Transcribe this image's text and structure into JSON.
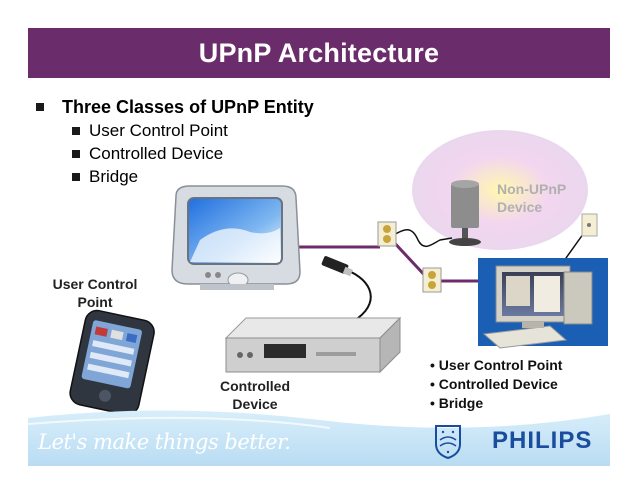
{
  "slide": {
    "title": "UPnP Architecture",
    "main_bullet": "Three Classes of UPnP Entity",
    "sub_bullets": [
      "User Control Point",
      "Controlled Device",
      "Bridge"
    ],
    "labels": {
      "user_control_point": [
        "User Control",
        "Point"
      ],
      "controlled_device": [
        "Controlled",
        "Device"
      ],
      "non_upnp_device": [
        "Non-UPnP",
        "Device"
      ]
    },
    "pc_roles": [
      "• User Control Point",
      "• Controlled Device",
      "• Bridge"
    ],
    "footer": {
      "tagline": "Let's make things better.",
      "brand": "PHILIPS"
    },
    "colors": {
      "title_bar": "#6b2c6b",
      "footer_wave": "#c9e6f7",
      "brand": "#1a4d9e",
      "cable": "#6b2c6b"
    }
  }
}
